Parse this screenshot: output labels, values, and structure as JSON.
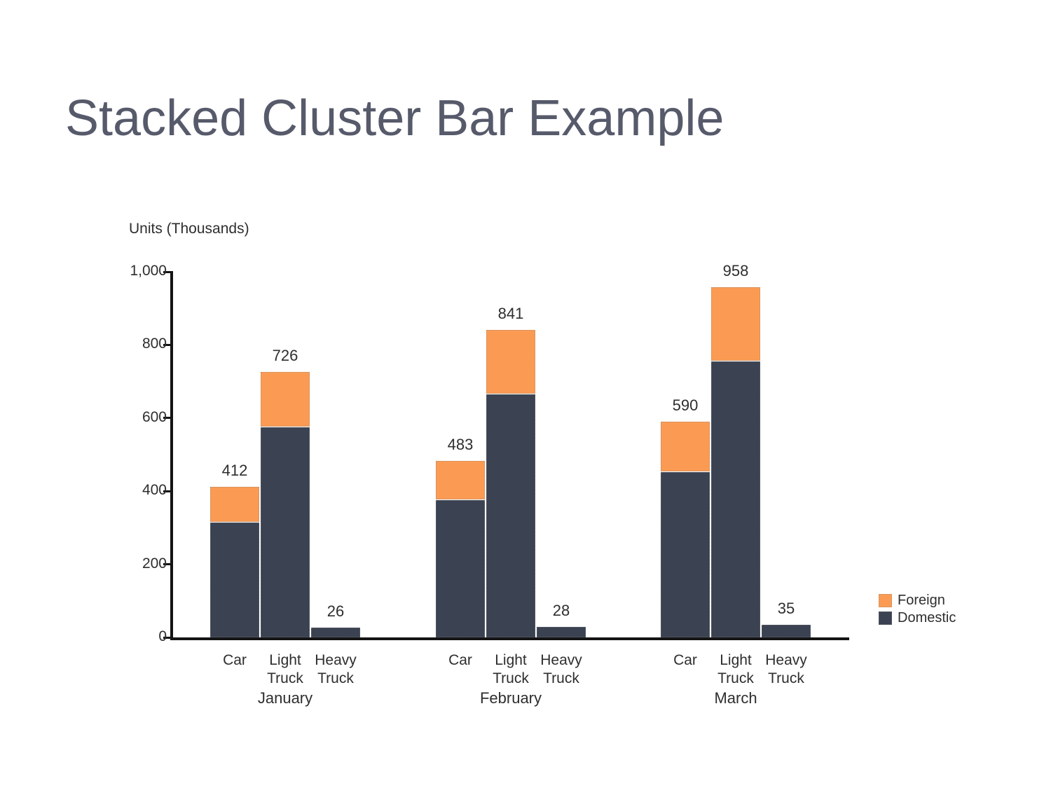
{
  "title": "Stacked Cluster Bar Example",
  "chart_data": {
    "type": "bar",
    "stacked": true,
    "clustered": true,
    "title": "Stacked Cluster Bar Example",
    "xlabel": "",
    "ylabel": "Units (Thousands)",
    "ylim": [
      0,
      1000
    ],
    "ytick_interval": 200,
    "yticks": [
      {
        "value": 0,
        "label": "0"
      },
      {
        "value": 200,
        "label": "200"
      },
      {
        "value": 400,
        "label": "400"
      },
      {
        "value": 600,
        "label": "600"
      },
      {
        "value": 800,
        "label": "800"
      },
      {
        "value": 1000,
        "label": "1,000"
      }
    ],
    "grid": false,
    "legend_position": "right",
    "series": [
      {
        "name": "Foreign",
        "color": "#FB9B53"
      },
      {
        "name": "Domestic",
        "color": "#3B4252"
      }
    ],
    "groups": [
      {
        "label": "January",
        "bars": [
          {
            "category": "Car",
            "category_lines": [
              "Car"
            ],
            "total": 412,
            "total_label": "412",
            "domestic": 315,
            "foreign": 97
          },
          {
            "category": "Light Truck",
            "category_lines": [
              "Light",
              "Truck"
            ],
            "total": 726,
            "total_label": "726",
            "domestic": 574,
            "foreign": 152
          },
          {
            "category": "Heavy Truck",
            "category_lines": [
              "Heavy",
              "Truck"
            ],
            "total": 26,
            "total_label": "26",
            "domestic": 26,
            "foreign": 0
          }
        ]
      },
      {
        "label": "February",
        "bars": [
          {
            "category": "Car",
            "category_lines": [
              "Car"
            ],
            "total": 483,
            "total_label": "483",
            "domestic": 376,
            "foreign": 107
          },
          {
            "category": "Light Truck",
            "category_lines": [
              "Light",
              "Truck"
            ],
            "total": 841,
            "total_label": "841",
            "domestic": 664,
            "foreign": 177
          },
          {
            "category": "Heavy Truck",
            "category_lines": [
              "Heavy",
              "Truck"
            ],
            "total": 28,
            "total_label": "28",
            "domestic": 28,
            "foreign": 0
          }
        ]
      },
      {
        "label": "March",
        "bars": [
          {
            "category": "Car",
            "category_lines": [
              "Car"
            ],
            "total": 590,
            "total_label": "590",
            "domestic": 453,
            "foreign": 137
          },
          {
            "category": "Light Truck",
            "category_lines": [
              "Light",
              "Truck"
            ],
            "total": 958,
            "total_label": "958",
            "domestic": 754,
            "foreign": 204
          },
          {
            "category": "Heavy Truck",
            "category_lines": [
              "Heavy",
              "Truck"
            ],
            "total": 35,
            "total_label": "35",
            "domestic": 35,
            "foreign": 0
          }
        ]
      }
    ]
  },
  "legend": {
    "items": [
      {
        "label": "Foreign",
        "color": "#FB9B53"
      },
      {
        "label": "Domestic",
        "color": "#3B4252"
      }
    ]
  },
  "colors": {
    "foreign": "#FB9B53",
    "domestic": "#3B4252",
    "title": "#565A6A",
    "text": "#2E2E2E",
    "axis": "#141414",
    "background": "#FFFFFF"
  }
}
